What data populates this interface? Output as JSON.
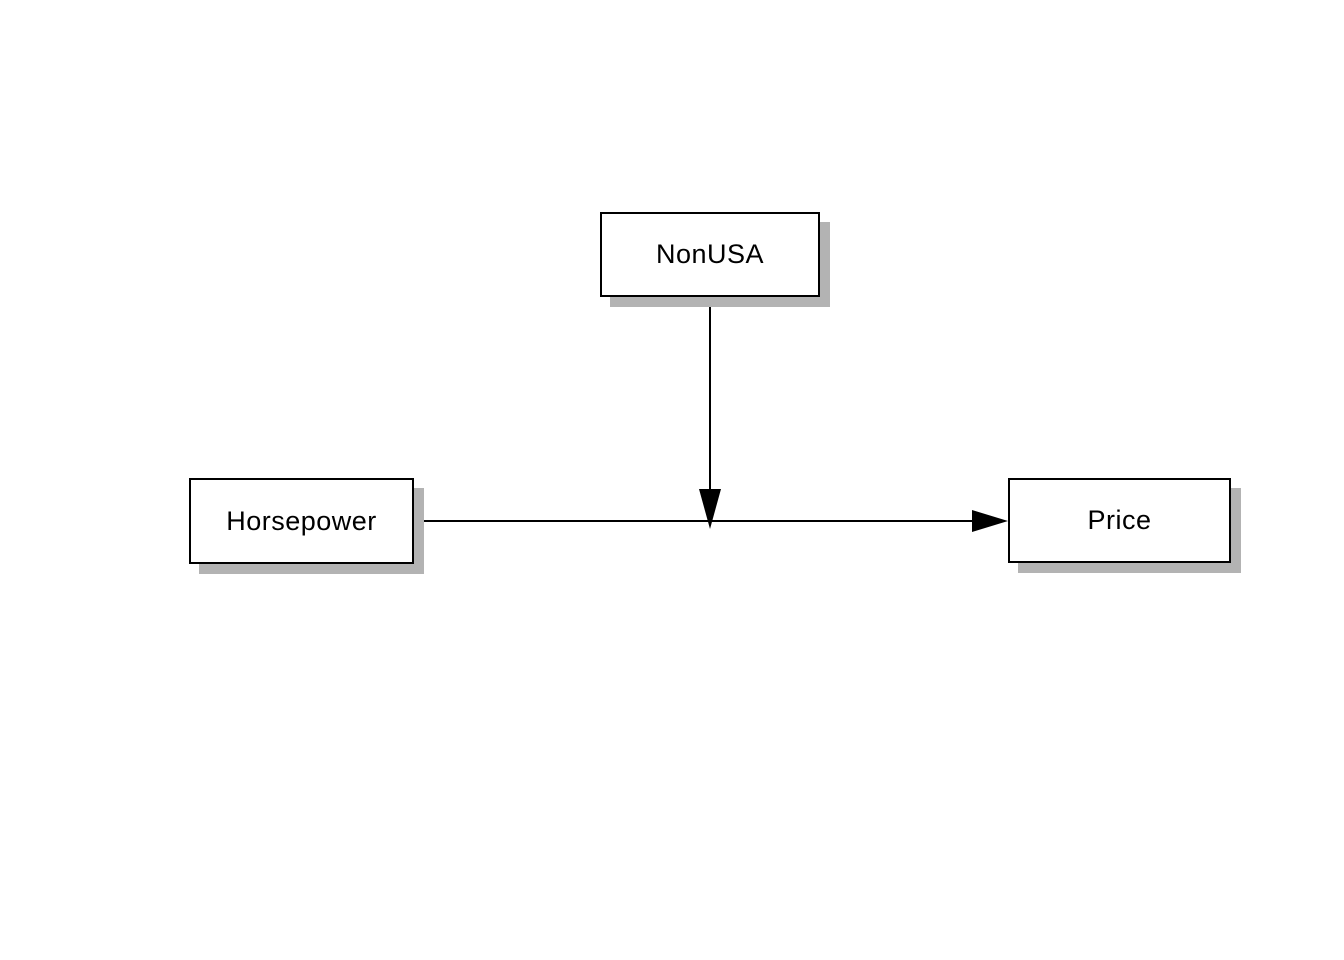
{
  "diagram": {
    "type": "path-diagram",
    "background_color": "#ffffff",
    "node_fill": "#ffffff",
    "node_border_color": "#000000",
    "node_shadow_color": "#b3b3b3",
    "edge_color": "#000000",
    "nodes": {
      "nonusa": {
        "label": "NonUSA"
      },
      "horsepower": {
        "label": "Horsepower"
      },
      "price": {
        "label": "Price"
      }
    },
    "edges": [
      {
        "from": "Horsepower",
        "to": "Price",
        "style": "solid",
        "arrowhead": "filled-triangle"
      },
      {
        "from": "NonUSA",
        "to": "Horsepower-Price-path",
        "style": "solid",
        "arrowhead": "filled-triangle",
        "meaning": "moderation"
      }
    ]
  }
}
